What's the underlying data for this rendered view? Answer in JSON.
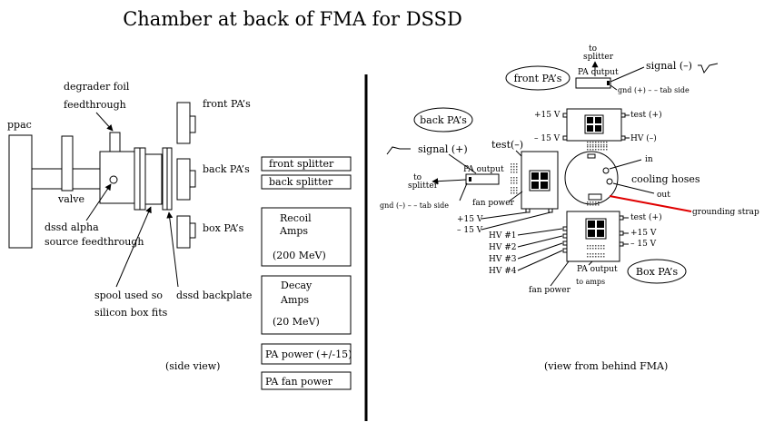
{
  "title": "Chamber at back of FMA for DSSD",
  "side_view": {
    "ppac": "ppac",
    "degrader_line1": "degrader foil",
    "degrader_line2": "feedthrough",
    "valve": "valve",
    "alpha_line1": "dssd alpha",
    "alpha_line2": "source feedthrough",
    "spool_line1": "spool used so",
    "spool_line2": "silicon box fits",
    "backplate": "dssd backplate",
    "front_pa": "front PA’s",
    "back_pa": "back PA’s",
    "box_pa": "box PA’s",
    "caption": "(side view)"
  },
  "modules": {
    "front_splitter": "front splitter",
    "back_splitter": "back splitter",
    "recoil_line1": "Recoil",
    "recoil_line2": "Amps",
    "recoil_line3": "(200 MeV)",
    "decay_line1": "Decay",
    "decay_line2": "Amps",
    "decay_line3": "(20 MeV)",
    "pa_power": "PA power (+/-15)",
    "pa_fan_power": "PA fan power"
  },
  "rear_view": {
    "front_pa": "front PA’s",
    "back_pa": "back PA’s",
    "box_pa": "Box PA’s",
    "to_splitter_top_1": "to",
    "to_splitter_top_2": "splitter",
    "pa_output_top": "PA output",
    "signal_neg": "signal (–)",
    "gnd_plus": "gnd (+) – – tab side",
    "plus15_front": "+15 V",
    "minus15_front": "– 15 V",
    "test_plus_front": "test (+)",
    "hv_neg": "HV (–)",
    "signal_pos": "signal (+)",
    "test_neg": "test(–)",
    "to_splitter_left_1": "to",
    "to_splitter_left_2": "splitter",
    "pa_output_left": "PA output",
    "gnd_minus": "gnd (–) – – tab side",
    "fan_power_left": "fan power",
    "plus15_back": "+15 V",
    "minus15_back": "– 15 V",
    "in_label": "in",
    "cooling_hoses": "cooling hoses",
    "out_label": "out",
    "grounding_strap": "grounding strap",
    "test_plus_box": "test (+)",
    "plus15_box": "+15 V",
    "minus15_box": "– 15 V",
    "hv1": "HV #1",
    "hv2": "HV #2",
    "hv3": "HV #3",
    "hv4": "HV #4",
    "pa_output_box": "PA output",
    "to_amps": "to amps",
    "fan_power_box": "fan power",
    "caption": "(view from behind FMA)"
  }
}
